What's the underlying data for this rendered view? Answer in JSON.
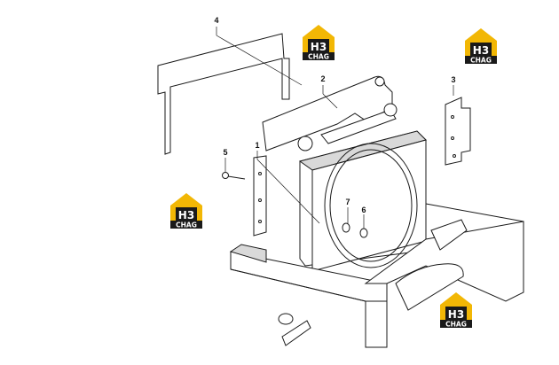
{
  "diagram": {
    "callouts": [
      {
        "id": "4",
        "label": "4"
      },
      {
        "id": "2",
        "label": "2"
      },
      {
        "id": "3",
        "label": "3"
      },
      {
        "id": "1",
        "label": "1"
      },
      {
        "id": "5",
        "label": "5"
      },
      {
        "id": "7",
        "label": "7"
      },
      {
        "id": "6",
        "label": "6"
      }
    ],
    "watermark": {
      "mark": "H3",
      "brand": "CHAG",
      "colors": {
        "gold": "#f2b705",
        "dark": "#1a1a1a"
      }
    },
    "colors": {
      "line": "#1a1a1a",
      "shade": "#d9d9d9",
      "fill": "#ffffff"
    }
  }
}
